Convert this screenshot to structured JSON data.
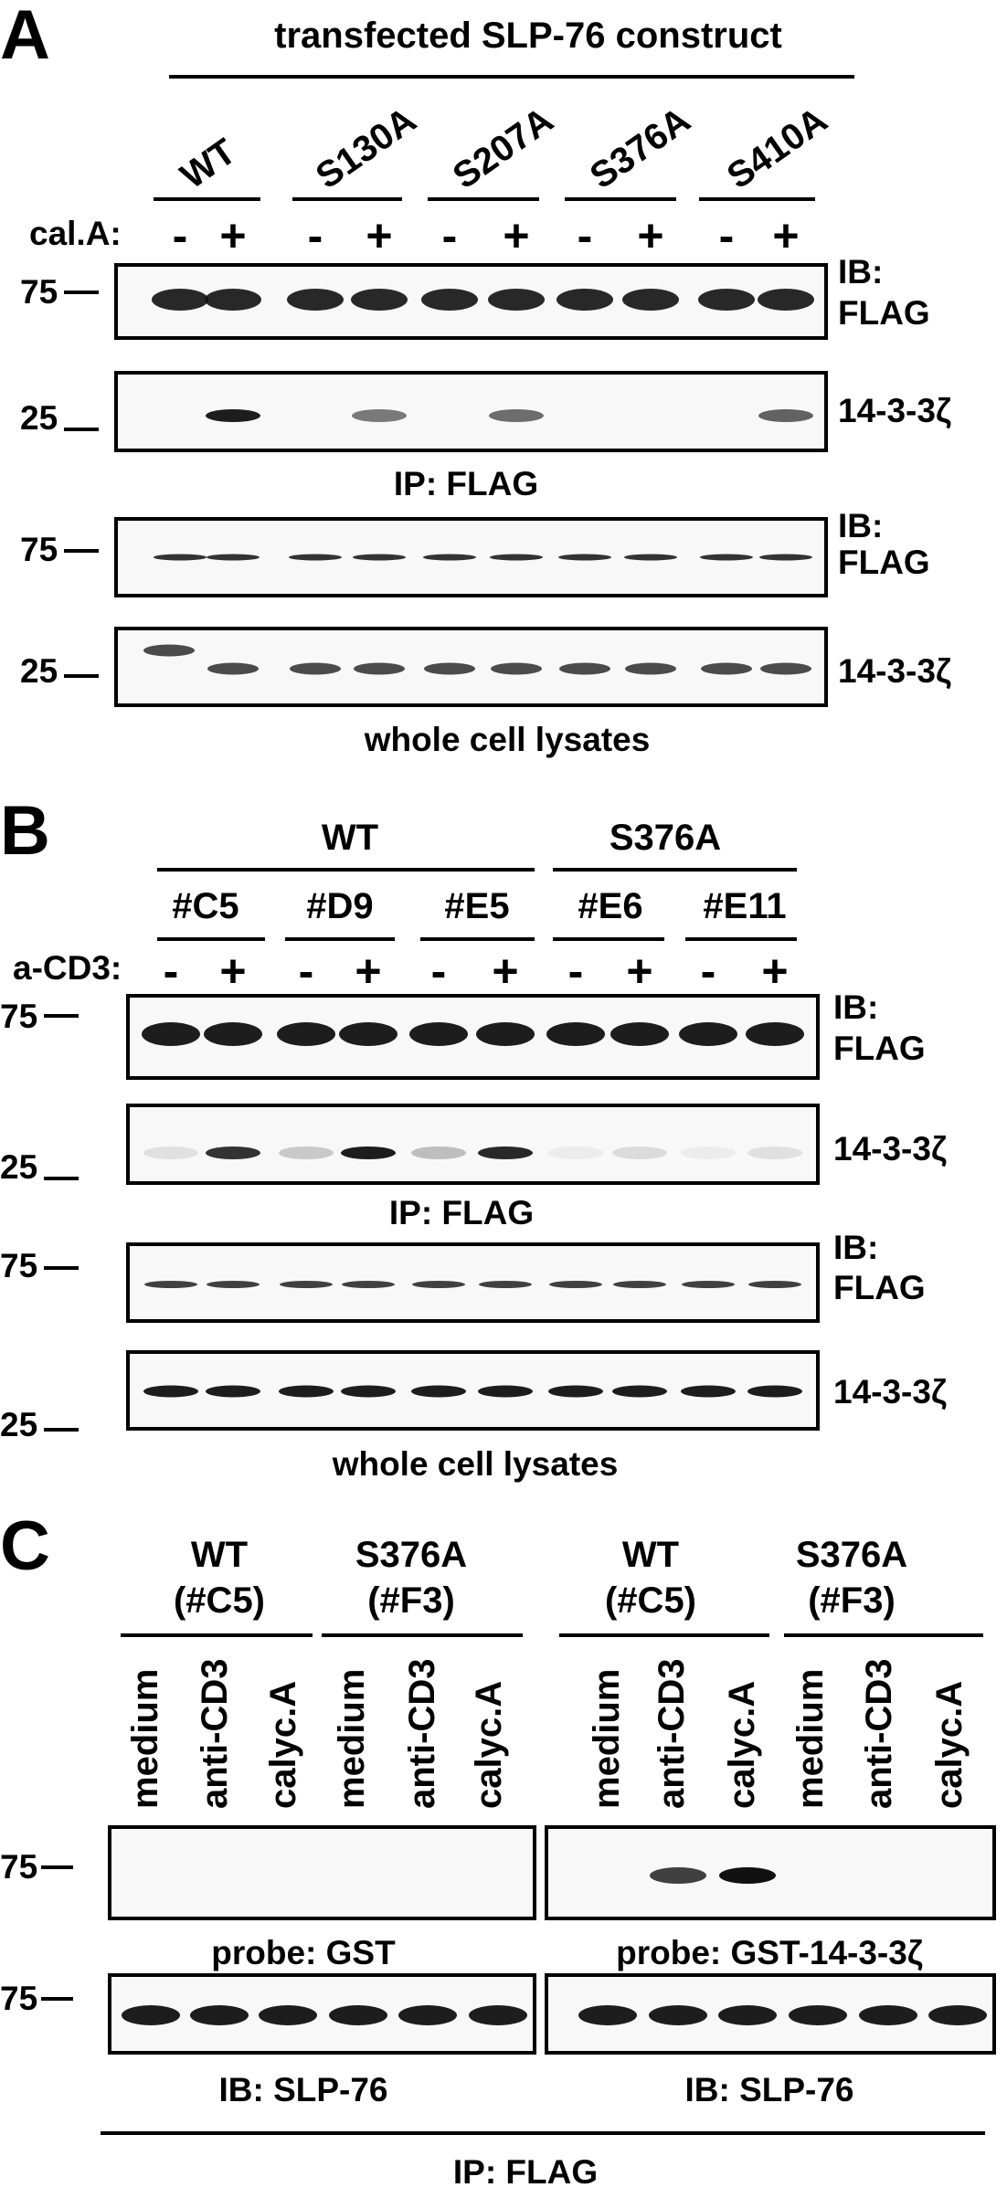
{
  "panelA": {
    "letter": "A",
    "header": "transfected SLP-76 construct",
    "lanes": [
      "WT",
      "S130A",
      "S207A",
      "S376A",
      "S410A"
    ],
    "treatment_label": "cal.A:",
    "minus": "-",
    "plus": "+",
    "ib_label": "IB:",
    "flag": "FLAG",
    "zeta": "14-3-3ζ",
    "ip_caption": "IP: FLAG",
    "wcl_caption": "whole cell lysates",
    "mw_75": "75",
    "mw_25": "25",
    "ip_zeta_band_intensity": [
      0,
      0.95,
      0,
      0.55,
      0,
      0.6,
      0,
      0,
      0,
      0.65
    ]
  },
  "panelB": {
    "letter": "B",
    "group_wt": "WT",
    "group_mut": "S376A",
    "clones": [
      "#C5",
      "#D9",
      "#E5",
      "#E6",
      "#E11"
    ],
    "treatment_label": "a-CD3:",
    "minus": "-",
    "plus": "+",
    "ib_label": "IB:",
    "flag": "FLAG",
    "zeta": "14-3-3ζ",
    "ip_caption": "IP: FLAG",
    "wcl_caption": "whole cell lysates",
    "mw_75": "75",
    "mw_25": "25",
    "ip_zeta_band_intensity": [
      0.1,
      0.85,
      0.2,
      0.95,
      0.25,
      0.9,
      0.05,
      0.12,
      0.05,
      0.1
    ]
  },
  "panelC": {
    "letter": "C",
    "left_group1": "WT",
    "left_group1_clone": "(#C5)",
    "left_group2": "S376A",
    "left_group2_clone": "(#F3)",
    "right_group1": "WT",
    "right_group1_clone": "(#C5)",
    "right_group2": "S376A",
    "right_group2_clone": "(#F3)",
    "conditions": [
      "medium",
      "anti-CD3",
      "calyc.A"
    ],
    "probe_left": "probe: GST",
    "probe_right": "probe: GST-14-3-3ζ",
    "ib_left": "IB: SLP-76",
    "ib_right": "IB: SLP-76",
    "ip_caption": "IP: FLAG",
    "mw_75": "75",
    "right_probe_band_intensity": [
      0,
      0.8,
      1.0,
      0,
      0,
      0
    ]
  }
}
